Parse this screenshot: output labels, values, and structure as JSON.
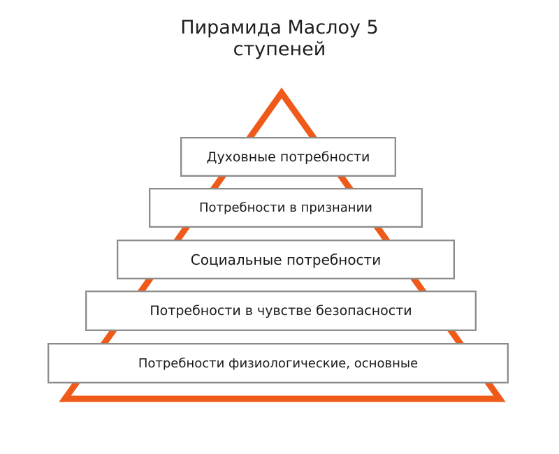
{
  "title": {
    "line1": "Пирамида Маслоу 5",
    "line2": "ступеней"
  },
  "colors": {
    "triangle": "#ef5a1a",
    "box_border": "#8c8c8c",
    "text": "#1a1a1a"
  },
  "levels": [
    {
      "label": "Духовные потребности"
    },
    {
      "label": "Потребности в признании"
    },
    {
      "label": "Социальные потребности"
    },
    {
      "label": "Потребности в чувстве безопасности"
    },
    {
      "label": "Потребности физиологические, основные"
    }
  ]
}
